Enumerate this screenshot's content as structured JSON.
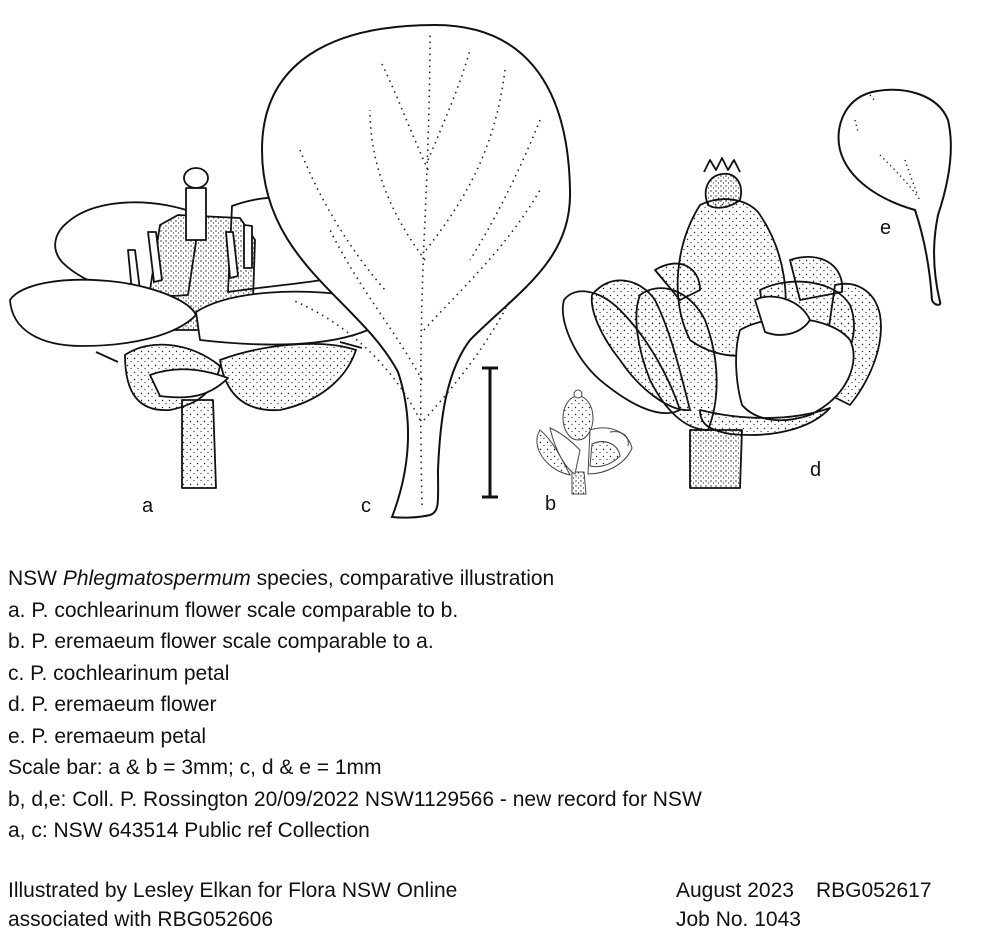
{
  "figure_labels": {
    "a": "a",
    "b": "b",
    "c": "c",
    "d": "d",
    "e": "e"
  },
  "caption": {
    "title_prefix": "NSW",
    "title_genus": "Phlegmatospermum",
    "title_suffix": "species, comparative illustration",
    "lines": [
      "a. P. cochlearinum flower scale comparable to b.",
      "b. P. eremaeum flower scale comparable to a.",
      "c. P. cochlearinum petal",
      "d. P. eremaeum flower",
      "e. P. eremaeum petal",
      "Scale bar: a & b = 3mm; c, d & e = 1mm",
      "b, d,e: Coll. P. Rossington 20/09/2022 NSW1129566 - new record for NSW",
      "a, c: NSW 643514 Public ref Collection"
    ]
  },
  "footer": {
    "illustrator": "Illustrated by Lesley Elkan for Flora NSW Online",
    "associated": "associated with RBG052606",
    "date": "August 2023",
    "code": "RBG052617",
    "job": "Job No. 1043"
  }
}
